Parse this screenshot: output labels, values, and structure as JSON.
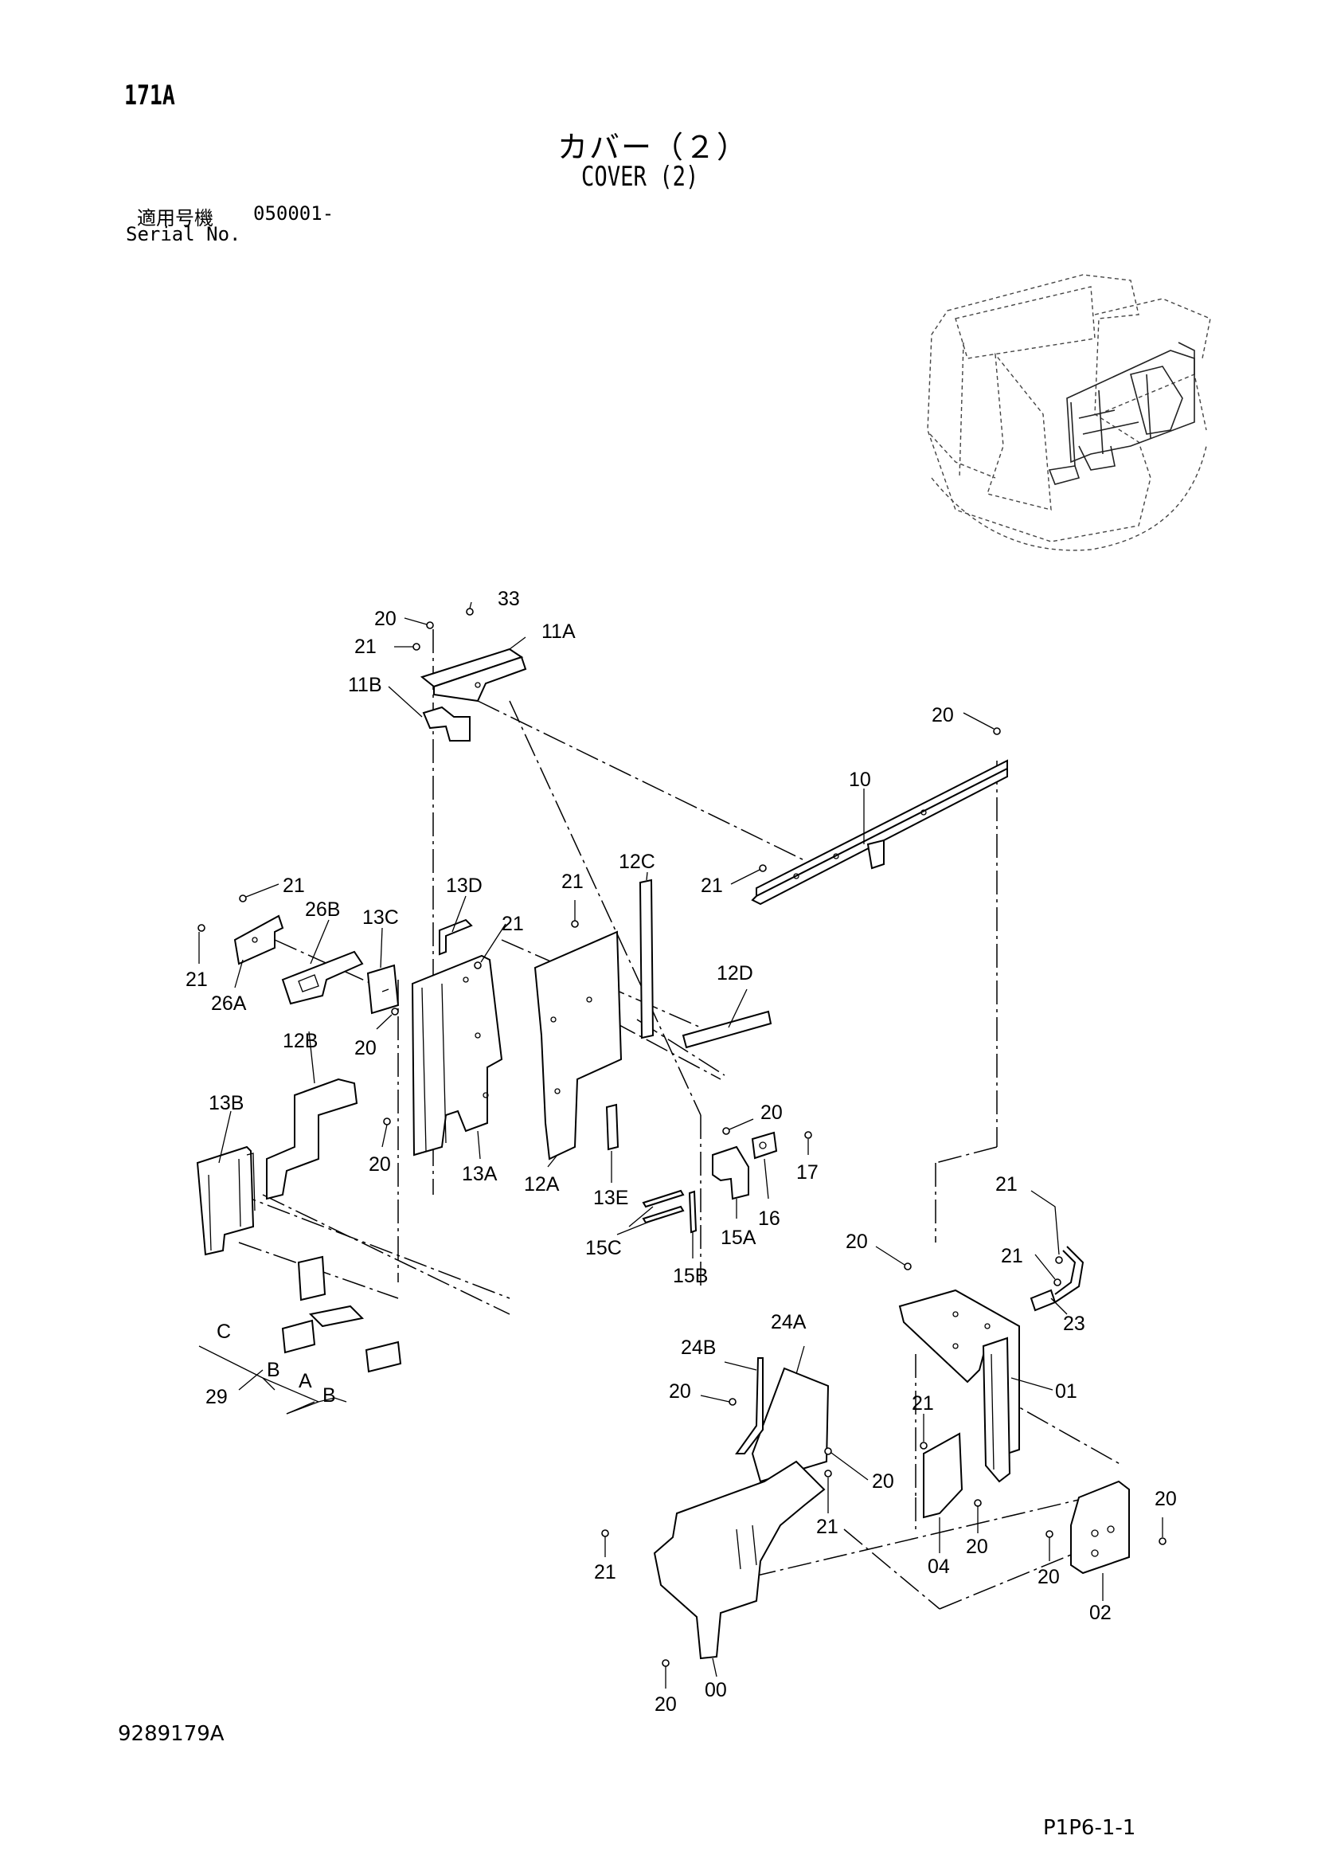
{
  "header": {
    "page_code": "171A",
    "title_jp": "カバー（２）",
    "title_en": "COVER (2)",
    "serial_label_jp": "適用号機",
    "serial_number": "050001-",
    "serial_label_en": "Serial No."
  },
  "footer": {
    "document_code": "9289179A",
    "sheet_code": "P1P6-1-1"
  },
  "callouts": {
    "c_20_top": "20",
    "c_33": "33",
    "c_21_top": "21",
    "c_11A": "11A",
    "c_11B": "11B",
    "c_20_right": "20",
    "c_10": "10",
    "c_21_rail": "21",
    "c_21_left_a": "21",
    "c_26B": "26B",
    "c_13C": "13C",
    "c_13D": "13D",
    "c_21_mid": "21",
    "c_21_left_b": "21",
    "c_26A": "26A",
    "c_20_mid": "20",
    "c_21_plate": "21",
    "c_12C": "12C",
    "c_12D": "12D",
    "c_12B": "12B",
    "c_13B": "13B",
    "c_20_low": "20",
    "c_13A": "13A",
    "c_12A": "12A",
    "c_13E": "13E",
    "c_20_bracket": "20",
    "c_17": "17",
    "c_16": "16",
    "c_15A": "15A",
    "c_15C": "15C",
    "c_15B": "15B",
    "c_C": "C",
    "c_B1": "B",
    "c_A": "A",
    "c_B2": "B",
    "c_29": "29",
    "c_21_r1": "21",
    "c_21_r2": "21",
    "c_20_r": "20",
    "c_23": "23",
    "c_01": "01",
    "c_24B": "24B",
    "c_24A": "24A",
    "c_20_24": "20",
    "c_21_04": "21",
    "c_20_b1": "20",
    "c_21_b": "21",
    "c_04": "04",
    "c_20_b2": "20",
    "c_20_02a": "20",
    "c_20_02b": "20",
    "c_02": "02",
    "c_21_00": "21",
    "c_20_00": "20",
    "c_00": "00"
  }
}
